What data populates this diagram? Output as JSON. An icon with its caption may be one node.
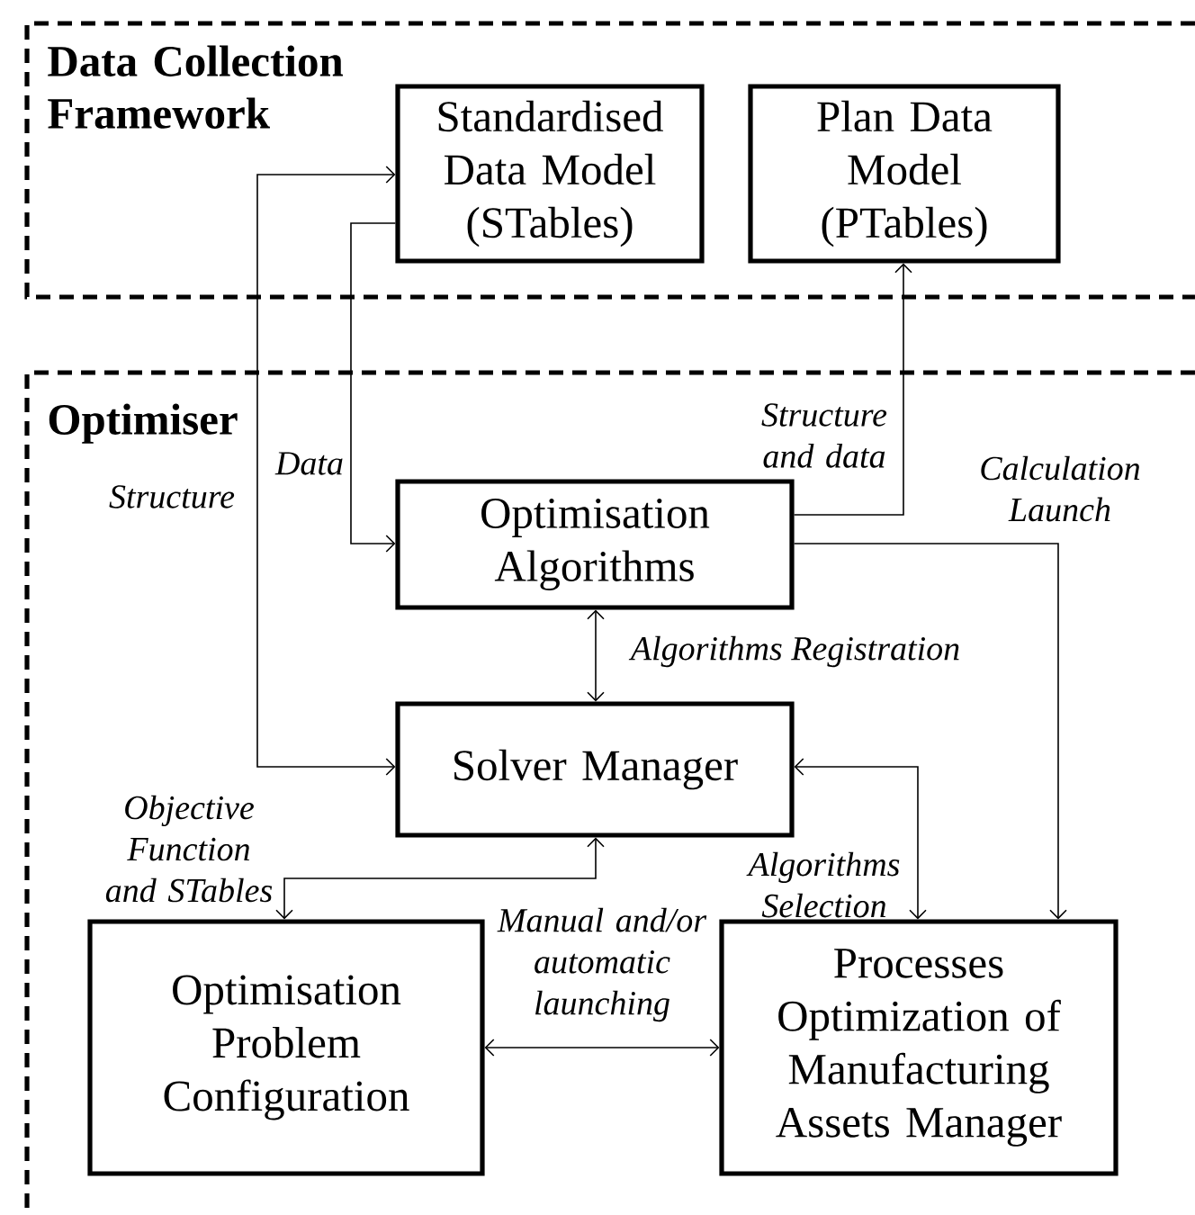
{
  "diagram": {
    "nodes": [
      {
        "text": [
          "Data Collection Framework"
        ]
      },
      {
        "text": [
          "Standardised Data Model (STables)"
        ],
        "in": 0
      },
      {
        "text": [
          "Plan Data Model (PTables)"
        ],
        "in": 0
      },
      {
        "text": [
          "Optimiser"
        ]
      },
      {
        "text": [
          "Optimisation Algorithms"
        ],
        "in": 3
      },
      {
        "text": [
          "Solver Manager"
        ],
        "in": 3
      },
      {
        "text": [
          "Optimisation Problem Configuration"
        ],
        "in": 3
      },
      {
        "text": [
          "Processes Optimization of Manufacturing Assets Manager"
        ],
        "in": 3
      }
    ],
    "edges": [
      {
        "from": 5,
        "to": 1,
        "arrow": "both",
        "label": "Structure"
      },
      {
        "from": 1,
        "to": 4,
        "arrow": "to",
        "label": "Data"
      },
      {
        "from": 4,
        "to": 2,
        "arrow": "to",
        "label": "Structure and data"
      },
      {
        "from": 4,
        "to": 7,
        "arrow": "to",
        "label": "Calculation Launch"
      },
      {
        "from": 4,
        "to": 5,
        "arrow": "both",
        "label": "Algorithms Registration"
      },
      {
        "from": 5,
        "to": 7,
        "arrow": "both",
        "label": "Algorithms Selection"
      },
      {
        "from": 5,
        "to": 6,
        "arrow": "both",
        "label": "Objective Function and STables"
      },
      {
        "from": 6,
        "to": 7,
        "arrow": "both",
        "label": "Manual and/or automatic launching"
      }
    ]
  }
}
